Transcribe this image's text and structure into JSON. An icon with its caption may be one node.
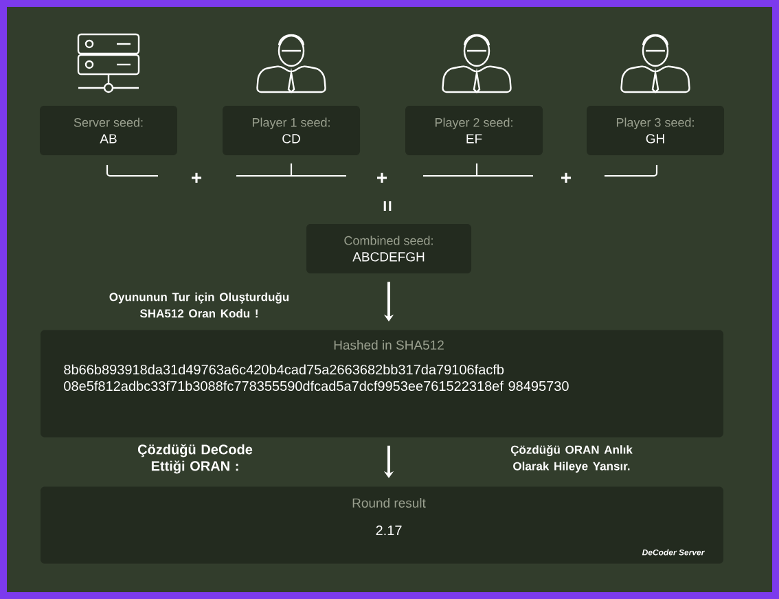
{
  "diagram": {
    "nodes": [
      {
        "text": [
          "Server seed:",
          "AB"
        ]
      },
      {
        "text": [
          "Player 1 seed:",
          "CD"
        ]
      },
      {
        "text": [
          "Player 2 seed:",
          "EF"
        ]
      },
      {
        "text": [
          "Player 3 seed:",
          "GH"
        ]
      },
      {
        "text": [
          "Combined seed:",
          "ABCDEFGH"
        ]
      },
      {
        "text": [
          "Hashed in SHA512",
          "8b66b893918da31d49763a6c420b4cad75a2663682bb317da79106facfb 08e5f812adbc33f71b3088fc778355590dfcad5a7dcf9953ee761522318ef 98495730"
        ]
      },
      {
        "text": [
          "Round result",
          "2.17"
        ]
      }
    ],
    "edges": [
      {
        "from": 4,
        "to": 5,
        "arrow": "to"
      },
      {
        "from": 5,
        "to": 6,
        "arrow": "to"
      }
    ],
    "labels": [
      "+",
      "+",
      "+",
      "=",
      "Oyununun Tur için Oluşturduğu SHA512 Oran Kodu !",
      "Çözdüğü DeCode Ettiği ORAN :",
      "Çözdüğü ORAN Anlık Olarak Hileye Yansır.",
      "DeCoder Server"
    ]
  }
}
